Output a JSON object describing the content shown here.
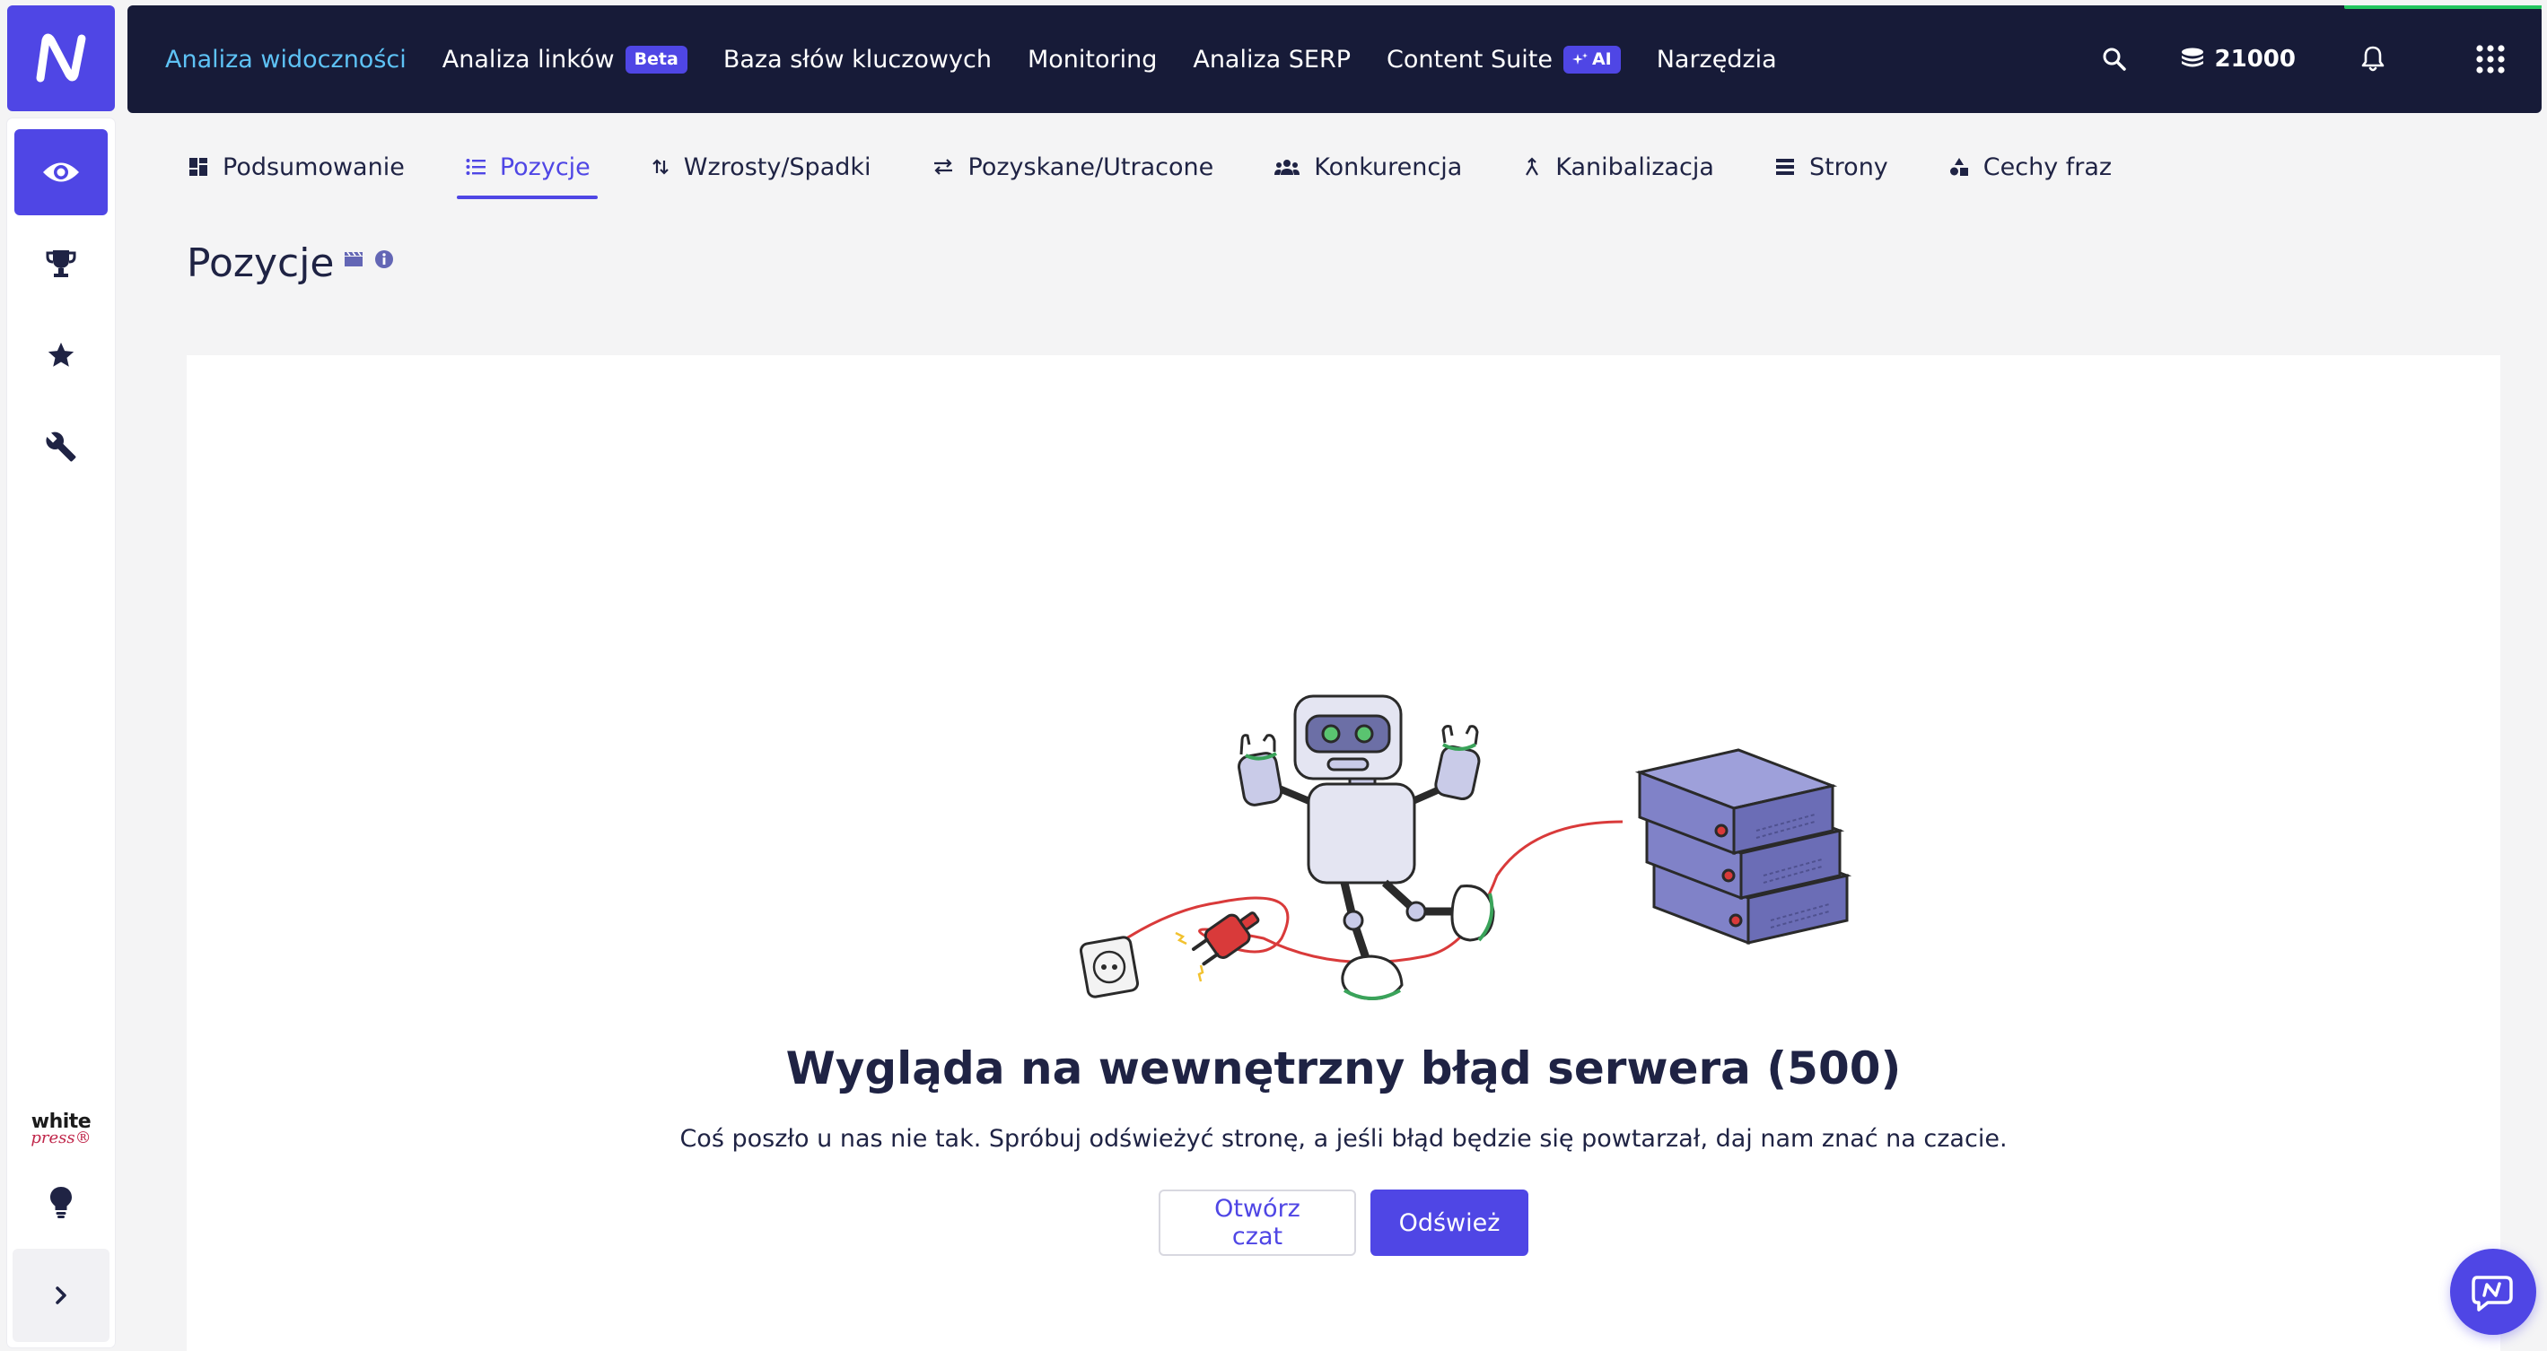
{
  "topnav": {
    "items": [
      {
        "label": "Analiza widoczności",
        "active": true
      },
      {
        "label": "Analiza linków",
        "badge": "Beta"
      },
      {
        "label": "Baza słów kluczowych"
      },
      {
        "label": "Monitoring"
      },
      {
        "label": "Analiza SERP"
      },
      {
        "label": "Content Suite",
        "badge": "AI"
      },
      {
        "label": "Narzędzia"
      }
    ],
    "credits": "21000"
  },
  "rail": {
    "items": [
      {
        "icon": "eye-icon",
        "active": true
      },
      {
        "icon": "trophy-icon"
      },
      {
        "icon": "star-icon"
      },
      {
        "icon": "wrench-icon"
      }
    ],
    "partner_logo": {
      "line1": "white",
      "line2": "press®"
    },
    "bottom_icons": [
      "lightbulb-icon",
      "chevron-right-icon"
    ]
  },
  "subtabs": [
    {
      "label": "Podsumowanie",
      "icon": "dashboard-icon"
    },
    {
      "label": "Pozycje",
      "icon": "list-icon",
      "active": true
    },
    {
      "label": "Wzrosty/Spadki",
      "icon": "arrows-updown-icon"
    },
    {
      "label": "Pozyskane/Utracone",
      "icon": "arrows-swap-icon"
    },
    {
      "label": "Konkurencja",
      "icon": "group-icon"
    },
    {
      "label": "Kanibalizacja",
      "icon": "merge-icon"
    },
    {
      "label": "Strony",
      "icon": "pages-icon"
    },
    {
      "label": "Cechy fraz",
      "icon": "shapes-icon"
    }
  ],
  "page": {
    "title": "Pozycje"
  },
  "error": {
    "title": "Wygląda na wewnętrzny błąd serwera (500)",
    "description": "Coś poszło u nas nie tak. Spróbuj odświeżyć stronę, a jeśli błąd będzie się powtarzał, daj nam  znać na czacie.",
    "buttons": {
      "open_chat": "Otwórz czat",
      "refresh": "Odśwież"
    }
  },
  "colors": {
    "brand": "#4f46e5",
    "navbar": "#171b38",
    "active_nav_text": "#5ec2f5"
  }
}
